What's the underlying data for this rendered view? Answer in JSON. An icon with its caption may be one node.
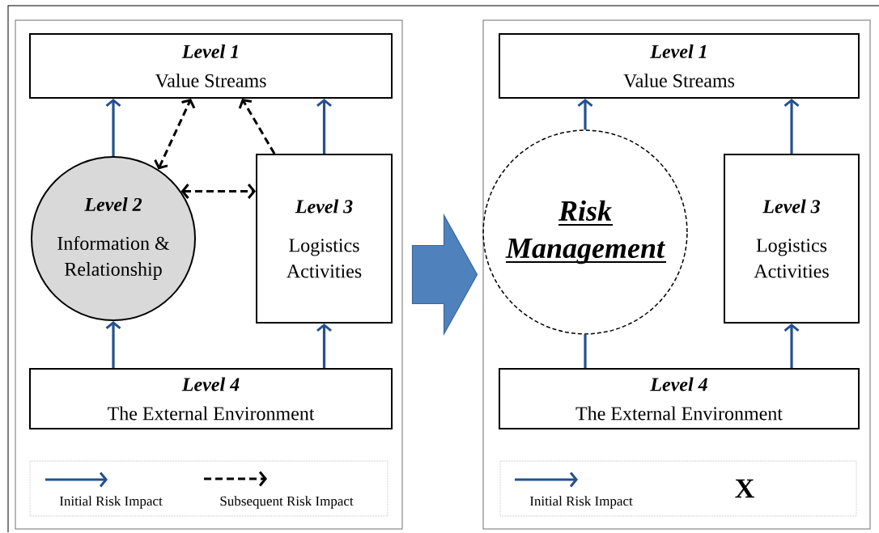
{
  "diagram": {
    "nodes": [
      {
        "text": [],
        "shape": "box"
      },
      {
        "text": [
          "Level 1",
          "Value Streams"
        ],
        "in": 0
      },
      {
        "text": [
          "Level 2",
          "Information & Relationship"
        ],
        "in": 0
      },
      {
        "text": [
          "Level 3",
          "Logistics Activities"
        ],
        "in": 0
      },
      {
        "text": [
          "Level 4",
          "The External Environment"
        ],
        "in": 0
      },
      {
        "text": [],
        "shape": "box"
      },
      {
        "text": [
          "Level 1",
          "Value Streams"
        ],
        "in": 5
      },
      {
        "text": [
          "Risk Management"
        ],
        "in": 5
      },
      {
        "text": [
          "Level 3",
          "Logistics Activities"
        ],
        "in": 5
      },
      {
        "text": [
          "Level 4",
          "The External Environment"
        ],
        "in": 5
      }
    ],
    "edges": [
      {
        "from": 2,
        "to": 1,
        "arrow": "to"
      },
      {
        "from": 3,
        "to": 1,
        "arrow": "to"
      },
      {
        "from": 4,
        "to": 2,
        "arrow": "to"
      },
      {
        "from": 4,
        "to": 3,
        "arrow": "to"
      },
      {
        "from": 2,
        "to": 1,
        "arrow": "both",
        "style": "dashed",
        "color": "#000000"
      },
      {
        "from": 2,
        "to": 3,
        "arrow": "both",
        "style": "dashed",
        "color": "#000000"
      },
      {
        "from": 3,
        "to": 1,
        "arrow": "to",
        "style": "dashed",
        "color": "#000000"
      },
      {
        "from": 0,
        "to": 5,
        "arrow": "to",
        "style": "thick",
        "color": "#4f81bd"
      },
      {
        "from": 7,
        "to": 6,
        "arrow": "to"
      },
      {
        "from": 8,
        "to": 6,
        "arrow": "to"
      },
      {
        "from": 9,
        "to": 7,
        "arrow": "none"
      },
      {
        "from": 9,
        "to": 8,
        "arrow": "to"
      }
    ],
    "labels": [
      "X"
    ],
    "legend": [
      {
        "text": "Initial Risk Impact"
      },
      {
        "text": "Subsequent Risk Impact"
      },
      {
        "text": "Initial Risk Impact"
      }
    ]
  }
}
